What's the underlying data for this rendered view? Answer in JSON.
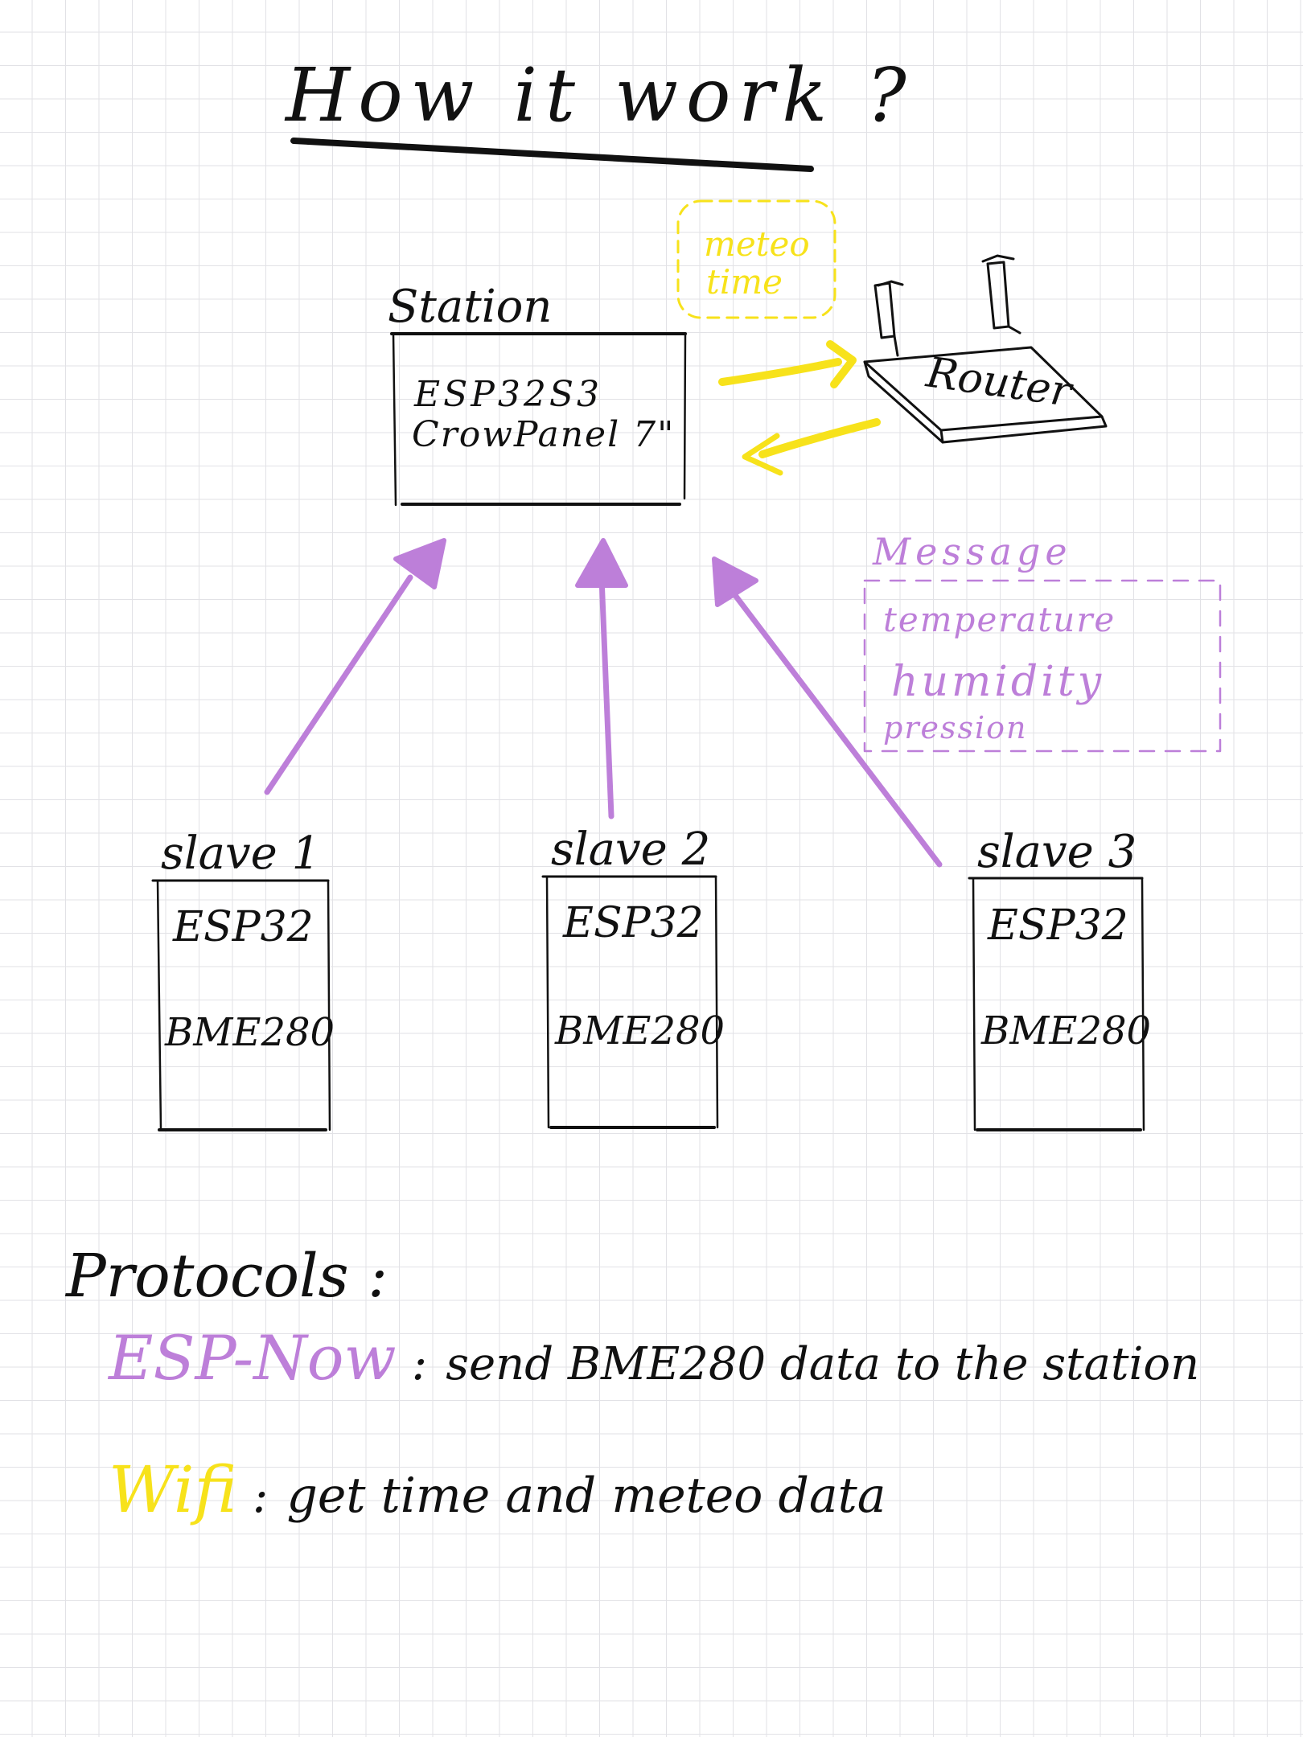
{
  "title": "How it work ?",
  "station": {
    "label": "Station",
    "line1": "ESP32S3",
    "line2": "CrowPanel 7\""
  },
  "router": {
    "label": "Router"
  },
  "wifi_note": {
    "line1": "meteo",
    "line2": "time"
  },
  "message_note": {
    "heading": "Message",
    "items": [
      "temperature",
      "humidity",
      "pression"
    ]
  },
  "slaves": [
    {
      "label": "slave 1",
      "chip": "ESP32",
      "sensor": "BME280"
    },
    {
      "label": "slave 2",
      "chip": "ESP32",
      "sensor": "BME280"
    },
    {
      "label": "slave 3",
      "chip": "ESP32",
      "sensor": "BME280"
    }
  ],
  "protocols": {
    "heading": "Protocols :",
    "espnow": {
      "name": "ESP-Now",
      "sep": ":",
      "desc": "send BME280 data to the station"
    },
    "wifi": {
      "name": "Wifi",
      "sep": ":",
      "desc": "get time and meteo data"
    }
  },
  "colors": {
    "ink": "#111111",
    "espnow": "#bd7fd9",
    "wifi": "#f7e21b",
    "grid": "#e2e2e6"
  }
}
